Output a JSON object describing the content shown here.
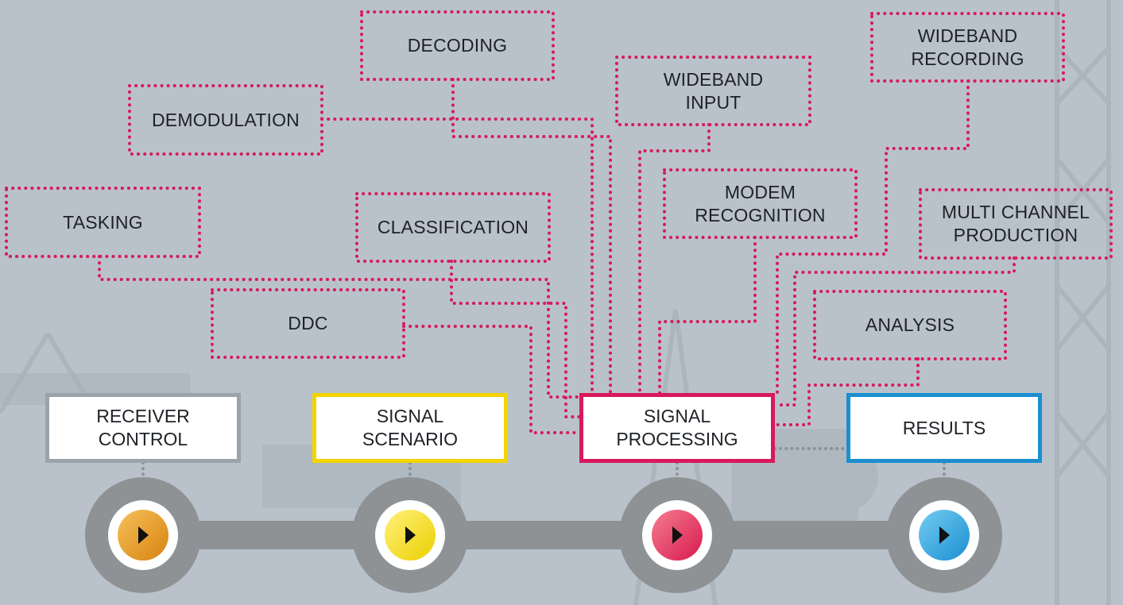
{
  "colors": {
    "background": "#b9c2ca",
    "dotted_line": "#d8195c",
    "timeline": "#8e9294",
    "receiver_control": "#9aa3ab",
    "signal_scenario": "#f4d400",
    "signal_processing": "#d8195c",
    "results": "#1a8fd1"
  },
  "modules": {
    "decoding": "DECODING",
    "demodulation": "DEMODULATION",
    "wideband_input": "WIDEBAND\nINPUT",
    "wideband_recording": "WIDEBAND\nRECORDING",
    "tasking": "TASKING",
    "classification": "CLASSIFICATION",
    "modem_recognition": "MODEM\nRECOGNITION",
    "multi_channel_production": "MULTI CHANNEL\nPRODUCTION",
    "ddc": "DDC",
    "analysis": "ANALYSIS"
  },
  "stages": {
    "receiver_control": "RECEIVER\nCONTROL",
    "signal_scenario": "SIGNAL\nSCENARIO",
    "signal_processing": "SIGNAL\nPROCESSING",
    "results": "RESULTS"
  },
  "icons": {
    "play": "play-icon"
  }
}
